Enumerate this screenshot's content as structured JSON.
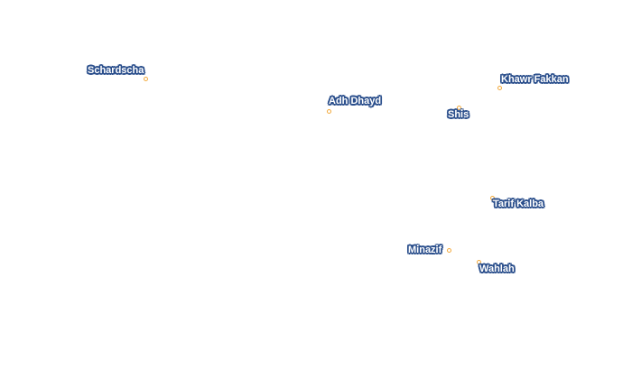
{
  "map": {
    "places": [
      {
        "id": "schardscha",
        "name": "Schardscha",
        "marker_color": "#f2a93b"
      },
      {
        "id": "adh-dhayd",
        "name": "Adh Dhayd",
        "marker_color": "#f2a93b"
      },
      {
        "id": "khawr-fakkan",
        "name": "Khawr Fakkan",
        "marker_color": "#f2a93b"
      },
      {
        "id": "shis",
        "name": "Shis",
        "marker_color": "#f2a93b"
      },
      {
        "id": "tarif-kalba",
        "name": "Tarif Kalba",
        "marker_color": "#f2a93b"
      },
      {
        "id": "minazif",
        "name": "Minazif",
        "marker_color": "#f2a93b"
      },
      {
        "id": "wahlah",
        "name": "Wahlah",
        "marker_color": "#f2a93b"
      }
    ],
    "label_fill_color": "#ffffff",
    "label_halo_color": "#2b4f8c",
    "background_color": "#ffffff"
  }
}
